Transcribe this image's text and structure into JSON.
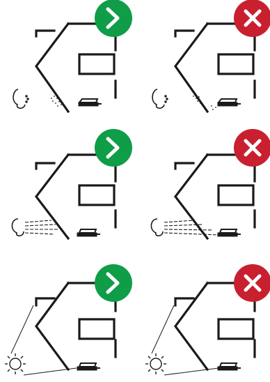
{
  "diagram": {
    "description_rows": [
      {
        "condition": "wind",
        "left_status": "ok",
        "right_status": "not-ok"
      },
      {
        "condition": "blowing",
        "left_status": "ok",
        "right_status": "not-ok"
      },
      {
        "condition": "sunlight",
        "left_status": "ok",
        "right_status": "not-ok"
      }
    ],
    "colors": {
      "ok": "#0f9d48",
      "not_ok": "#c8202f",
      "ink": "#1a1a1a"
    },
    "icons": {
      "ok": "chevron-right-icon",
      "not_ok": "x-icon",
      "house": "house-outline-icon",
      "device": "robot-mower-icon",
      "wind": "wind-cloud-icon",
      "sun": "sun-icon"
    }
  }
}
